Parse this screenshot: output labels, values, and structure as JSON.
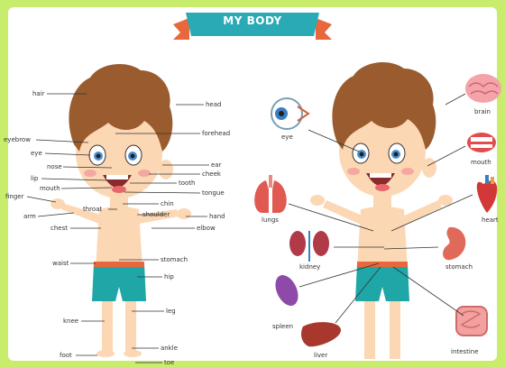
{
  "title": "MY BODY",
  "colors": {
    "frame": "#c8ec6c",
    "banner": "#2aaab5",
    "banner_tail": "#e8673c",
    "skin": "#fcd7b4",
    "hair": "#9a5b2e",
    "shorts": "#1fa6a6"
  },
  "left_labels": {
    "hair": "hair",
    "eyebrow": "eyebrow",
    "eye": "eye",
    "nose": "nose",
    "lip": "lip",
    "mouth": "mouth",
    "finger": "finger",
    "arm": "arm",
    "throat": "throat",
    "chest": "chest",
    "waist": "waist",
    "knee": "knee",
    "foot": "foot",
    "head": "head",
    "forehead": "forehead",
    "ear": "ear",
    "cheek": "cheek",
    "tooth": "tooth",
    "tongue": "tongue",
    "chin": "chin",
    "shoulder": "shoulder",
    "hand": "hand",
    "elbow": "elbow",
    "stomach": "stomach",
    "hip": "hip",
    "leg": "leg",
    "ankle": "ankle",
    "toe": "toe"
  },
  "right_labels": {
    "eye": "eye",
    "brain": "brain",
    "mouth": "mouth",
    "heart": "heart",
    "lungs": "lungs",
    "kidney": "kidney",
    "stomach": "stomach",
    "spleen": "spleen",
    "liver": "liver",
    "intestine": "intestine"
  }
}
